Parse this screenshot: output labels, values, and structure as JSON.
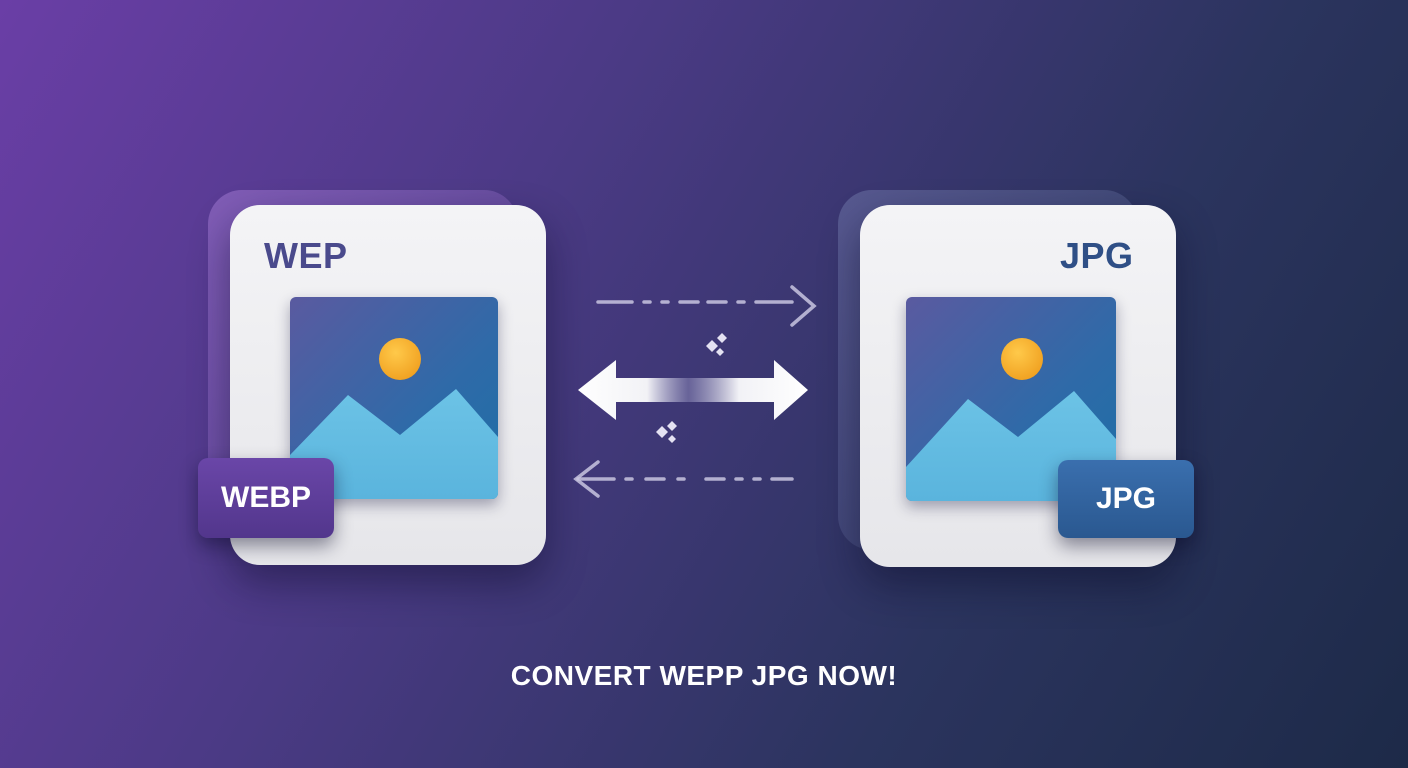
{
  "left_card": {
    "title": "WEP",
    "badge": "WEBP",
    "title_color": "#4a4a8c",
    "badge_color": "#5a3d96"
  },
  "right_card": {
    "title": "JPG",
    "badge": "JPG",
    "title_color": "#2f4f86",
    "badge_color": "#2b5d96"
  },
  "icons": {
    "forward": "dashed-arrow-right-icon",
    "back": "dashed-arrow-left-icon",
    "swap": "double-arrow-icon",
    "sparkle": "sparkle-icon",
    "image": "image-icon"
  },
  "cta_text": "CONVERT WEPP JPG NOW!"
}
